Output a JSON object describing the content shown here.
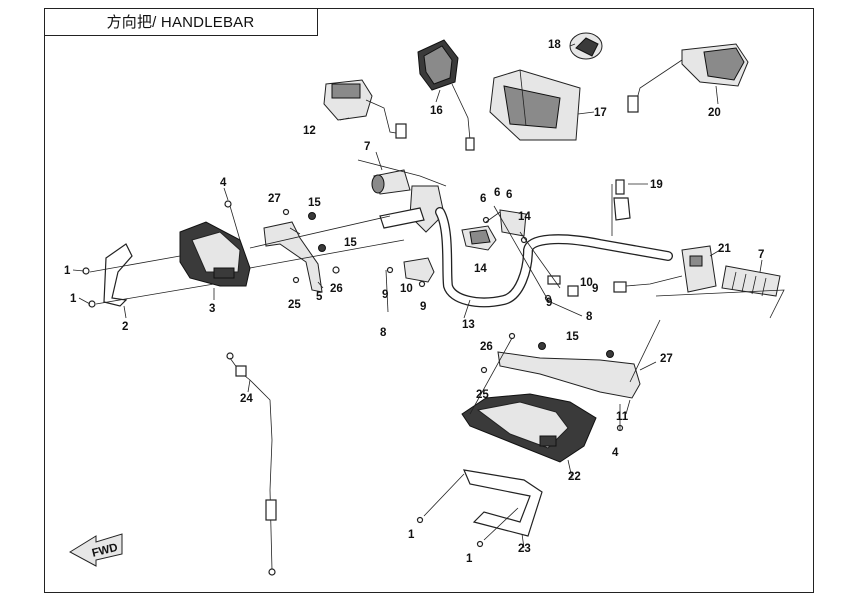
{
  "title": "方向把/ HANDLEBAR",
  "fwd_label": "FWD",
  "callouts": {
    "c1a": "1",
    "c1b": "1",
    "c1c": "1",
    "c1d": "1",
    "c2": "2",
    "c3": "3",
    "c4a": "4",
    "c4b": "4",
    "c5": "5",
    "c6a": "6",
    "c6b": "6",
    "c6c": "6",
    "c7a": "7",
    "c7b": "7",
    "c8a": "8",
    "c8b": "8",
    "c9a": "9",
    "c9b": "9",
    "c9c": "9",
    "c9d": "9",
    "c10a": "10",
    "c10b": "10",
    "c11": "11",
    "c12": "12",
    "c13": "13",
    "c14a": "14",
    "c14b": "14",
    "c15a": "15",
    "c15b": "15",
    "c15c": "15",
    "c16": "16",
    "c17": "17",
    "c18": "18",
    "c19": "19",
    "c20": "20",
    "c21": "21",
    "c22": "22",
    "c23": "23",
    "c24": "24",
    "c25a": "25",
    "c25b": "25",
    "c26a": "26",
    "c26b": "26",
    "c27a": "27",
    "c27b": "27"
  }
}
